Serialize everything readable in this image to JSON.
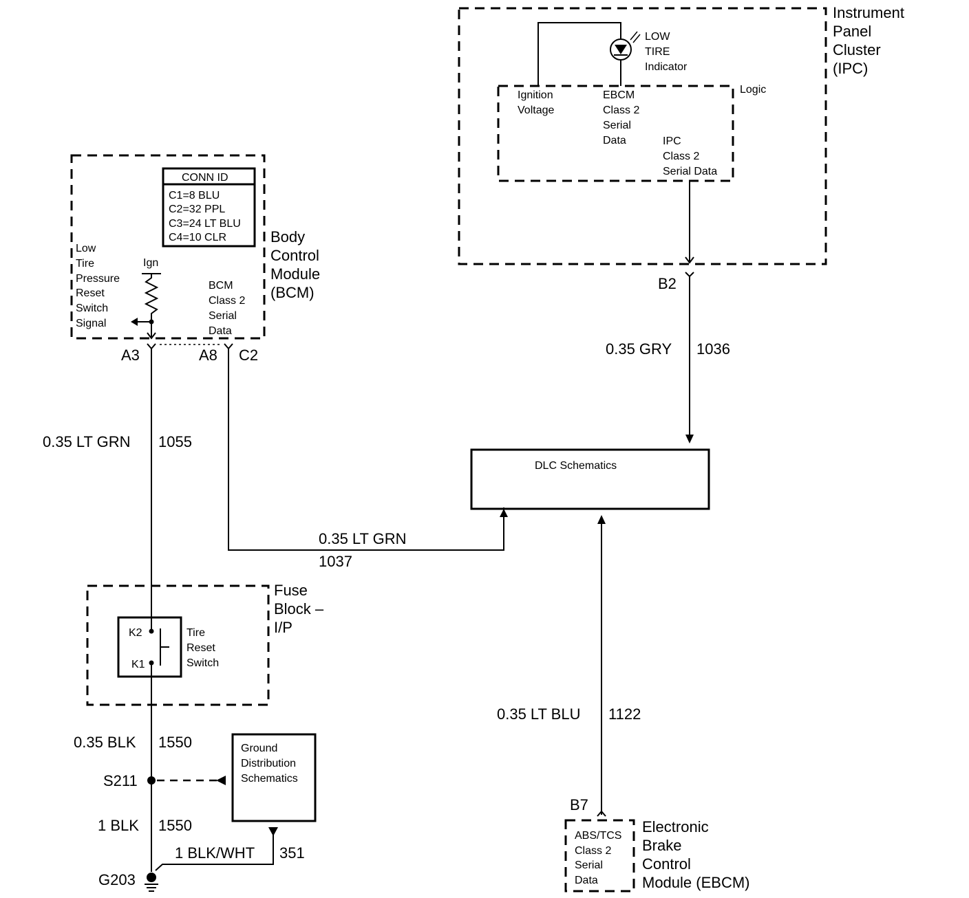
{
  "ipc": {
    "title_lines": [
      "Instrument",
      "Panel",
      "Cluster",
      "(IPC)"
    ],
    "logic_label": "Logic",
    "lamp_label_lines": [
      "LOW",
      "TIRE",
      "Indicator"
    ],
    "ignition_lines": [
      "Ignition",
      "Voltage"
    ],
    "ebcm_data_lines": [
      "EBCM",
      "Class 2",
      "Serial",
      "Data"
    ],
    "ipc_data_lines": [
      "IPC",
      "Class 2",
      "Serial Data"
    ],
    "connector": "B2"
  },
  "bcm": {
    "title_lines": [
      "Body",
      "Control",
      "Module",
      "(BCM)"
    ],
    "conn_id": {
      "header": "CONN ID",
      "rows": [
        "C1=8 BLU",
        "C2=32 PPL",
        "C3=24 LT BLU",
        "C4=10 CLR"
      ]
    },
    "signal_lines": [
      "Low",
      "Tire",
      "Pressure",
      "Reset",
      "Switch",
      "Signal"
    ],
    "ign_label": "Ign",
    "data_lines": [
      "BCM",
      "Class 2",
      "Serial",
      "Data"
    ],
    "pins": [
      "A3",
      "A8",
      "C2"
    ]
  },
  "wires": {
    "w1055": {
      "gauge_color": "0.35 LT GRN",
      "circuit": "1055"
    },
    "w1036": {
      "gauge_color": "0.35 GRY",
      "circuit": "1036"
    },
    "w1037": {
      "gauge_color": "0.35 LT GRN",
      "circuit": "1037"
    },
    "w1122": {
      "gauge_color": "0.35 LT BLU",
      "circuit": "1122"
    },
    "w1550a": {
      "gauge_color": "0.35 BLK",
      "circuit": "1550"
    },
    "w1550b": {
      "gauge_color": "1 BLK",
      "circuit": "1550"
    },
    "w351": {
      "gauge_color": "1 BLK/WHT",
      "circuit": "351"
    }
  },
  "dlc": {
    "label": "DLC Schematics"
  },
  "fuse_block": {
    "title_lines": [
      "Fuse",
      "Block –",
      "I/P"
    ],
    "switch_lines": [
      "Tire",
      "Reset",
      "Switch"
    ],
    "pins": [
      "K2",
      "K1"
    ]
  },
  "ground_dist": {
    "lines": [
      "Ground",
      "Distribution",
      "Schematics"
    ]
  },
  "splice": "S211",
  "ground": "G203",
  "ebcm": {
    "title_lines": [
      "Electronic",
      "Brake",
      "Control",
      "Module (EBCM)"
    ],
    "data_lines": [
      "ABS/TCS",
      "Class 2",
      "Serial",
      "Data"
    ],
    "connector": "B7"
  }
}
